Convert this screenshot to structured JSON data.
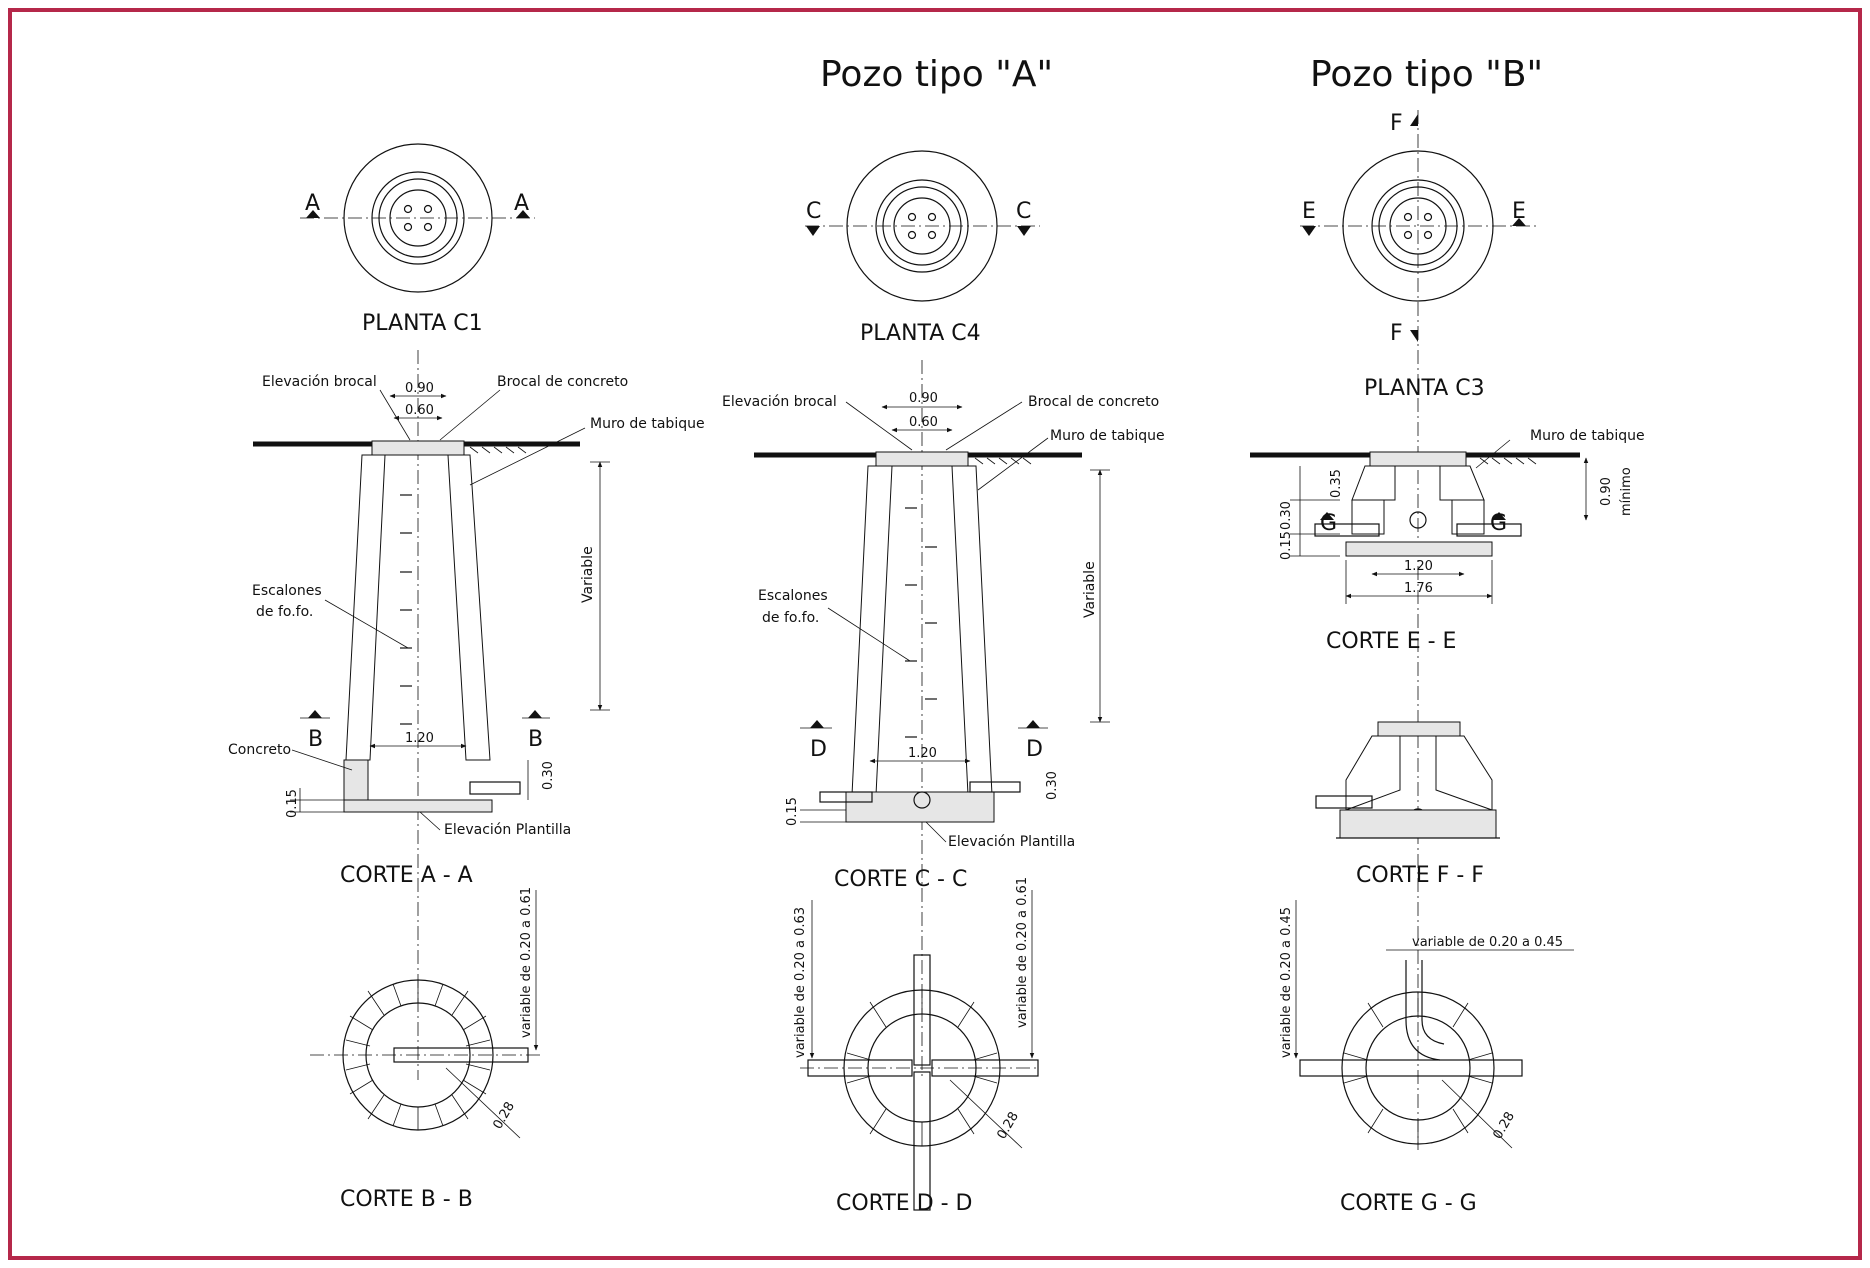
{
  "colors": {
    "frame": "#b5284a",
    "ink": "#111111",
    "concrete": "#e6e6e6"
  },
  "titles": {
    "pozo_a": "Pozo tipo \"A\"",
    "pozo_b": "Pozo tipo \"B\""
  },
  "captions": {
    "planta_c1": "PLANTA C1",
    "planta_c4": "PLANTA C4",
    "planta_c3": "PLANTA C3",
    "corte_aa": "CORTE  A - A",
    "corte_cc": "CORTE  C - C",
    "corte_ee": "CORTE  E - E",
    "corte_ff": "CORTE  F - F",
    "corte_bb": "CORTE B - B",
    "corte_dd": "CORTE D - D",
    "corte_gg": "CORTE  G - G"
  },
  "section_marks": {
    "a": "A",
    "b": "B",
    "c": "C",
    "d": "D",
    "e": "E",
    "f": "F",
    "g": "G"
  },
  "labels": {
    "elevacion_brocal": "Elevación brocal",
    "brocal_concreto": "Brocal de concreto",
    "muro_tabique": "Muro de tabique",
    "escalones_1": "Escalones",
    "escalones_2": "de fo.fo.",
    "variable": "Variable",
    "concreto": "Concreto",
    "elevacion_plantilla": "Elevación Plantilla",
    "minimo": "mínimo"
  },
  "dims": {
    "d090": "0.90",
    "d060": "0.60",
    "d120": "1.20",
    "d030": "0.30",
    "d015": "0.15",
    "d035": "0.35",
    "d176": "1.76",
    "d028": "0.28",
    "var_020_061": "variable de 0.20 a 0.61",
    "var_020_063": "variable de 0.20 a 0.63",
    "var_020_045": "variable de 0.20 a 0.45"
  }
}
